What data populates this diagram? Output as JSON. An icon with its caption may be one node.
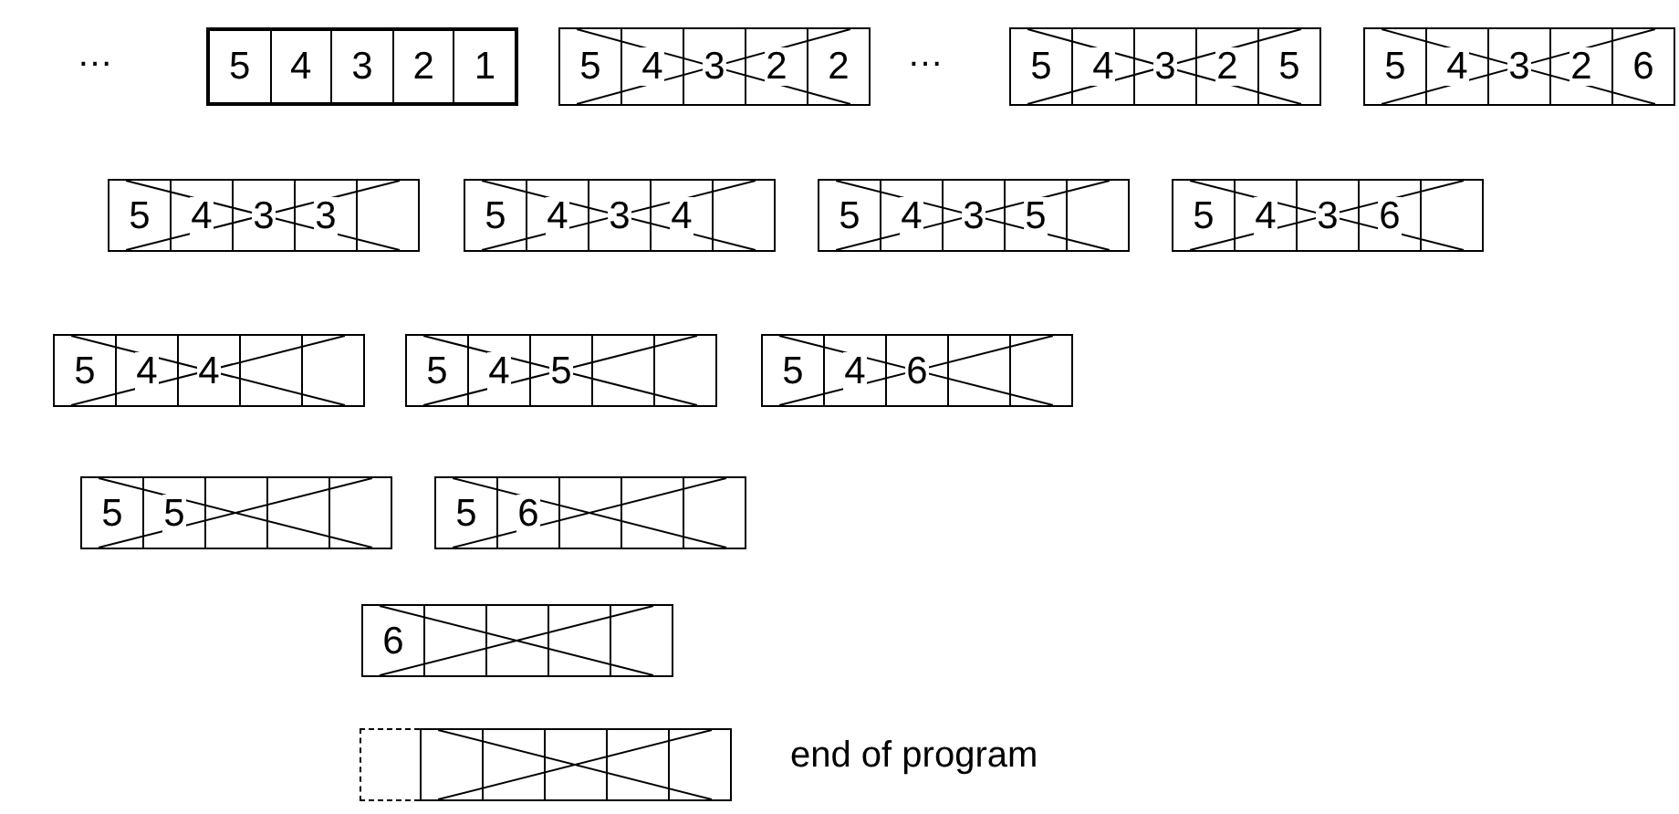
{
  "diagram": {
    "nodes": [
      {
        "text": [],
        "shape": "box"
      },
      {
        "text": [
          "5"
        ],
        "in": 0
      },
      {
        "text": [
          "4"
        ],
        "in": 0
      },
      {
        "text": [
          "3"
        ],
        "in": 0
      },
      {
        "text": [
          "2"
        ],
        "in": 0
      },
      {
        "text": [
          "1"
        ],
        "in": 0
      },
      {
        "text": [],
        "shape": "crossed-box"
      },
      {
        "text": [
          "5"
        ],
        "in": 6
      },
      {
        "text": [
          "4"
        ],
        "in": 6
      },
      {
        "text": [
          "3"
        ],
        "in": 6
      },
      {
        "text": [
          "2"
        ],
        "in": 6
      },
      {
        "text": [
          "2"
        ],
        "in": 6
      },
      {
        "text": [],
        "shape": "crossed-box"
      },
      {
        "text": [
          "5"
        ],
        "in": 12
      },
      {
        "text": [
          "4"
        ],
        "in": 12
      },
      {
        "text": [
          "3"
        ],
        "in": 12
      },
      {
        "text": [
          "2"
        ],
        "in": 12
      },
      {
        "text": [
          "5"
        ],
        "in": 12
      },
      {
        "text": [],
        "shape": "crossed-box"
      },
      {
        "text": [
          "5"
        ],
        "in": 18
      },
      {
        "text": [
          "4"
        ],
        "in": 18
      },
      {
        "text": [
          "3"
        ],
        "in": 18
      },
      {
        "text": [
          "2"
        ],
        "in": 18
      },
      {
        "text": [
          "6"
        ],
        "in": 18
      },
      {
        "text": [],
        "shape": "crossed-box"
      },
      {
        "text": [
          "5"
        ],
        "in": 24
      },
      {
        "text": [
          "4"
        ],
        "in": 24
      },
      {
        "text": [
          "3"
        ],
        "in": 24
      },
      {
        "text": [
          "3"
        ],
        "in": 24
      },
      {
        "text": [],
        "shape": "box",
        "in": 24
      },
      {
        "text": [],
        "shape": "crossed-box"
      },
      {
        "text": [
          "5"
        ],
        "in": 30
      },
      {
        "text": [
          "4"
        ],
        "in": 30
      },
      {
        "text": [
          "3"
        ],
        "in": 30
      },
      {
        "text": [
          "4"
        ],
        "in": 30
      },
      {
        "text": [],
        "shape": "box",
        "in": 30
      },
      {
        "text": [],
        "shape": "crossed-box"
      },
      {
        "text": [
          "5"
        ],
        "in": 36
      },
      {
        "text": [
          "4"
        ],
        "in": 36
      },
      {
        "text": [
          "3"
        ],
        "in": 36
      },
      {
        "text": [
          "5"
        ],
        "in": 36
      },
      {
        "text": [],
        "shape": "box",
        "in": 36
      },
      {
        "text": [],
        "shape": "crossed-box"
      },
      {
        "text": [
          "5"
        ],
        "in": 42
      },
      {
        "text": [
          "4"
        ],
        "in": 42
      },
      {
        "text": [
          "3"
        ],
        "in": 42
      },
      {
        "text": [
          "6"
        ],
        "in": 42
      },
      {
        "text": [],
        "shape": "box",
        "in": 42
      },
      {
        "text": [],
        "shape": "crossed-box"
      },
      {
        "text": [
          "5"
        ],
        "in": 48
      },
      {
        "text": [
          "4"
        ],
        "in": 48
      },
      {
        "text": [
          "4"
        ],
        "in": 48
      },
      {
        "text": [],
        "shape": "box",
        "in": 48
      },
      {
        "text": [],
        "shape": "box",
        "in": 48
      },
      {
        "text": [],
        "shape": "crossed-box"
      },
      {
        "text": [
          "5"
        ],
        "in": 54
      },
      {
        "text": [
          "4"
        ],
        "in": 54
      },
      {
        "text": [
          "5"
        ],
        "in": 54
      },
      {
        "text": [],
        "shape": "box",
        "in": 54
      },
      {
        "text": [],
        "shape": "box",
        "in": 54
      },
      {
        "text": [],
        "shape": "crossed-box"
      },
      {
        "text": [
          "5"
        ],
        "in": 60
      },
      {
        "text": [
          "4"
        ],
        "in": 60
      },
      {
        "text": [
          "6"
        ],
        "in": 60
      },
      {
        "text": [],
        "shape": "box",
        "in": 60
      },
      {
        "text": [],
        "shape": "box",
        "in": 60
      },
      {
        "text": [],
        "shape": "crossed-box"
      },
      {
        "text": [
          "5"
        ],
        "in": 66
      },
      {
        "text": [
          "5"
        ],
        "in": 66
      },
      {
        "text": [],
        "shape": "box",
        "in": 66
      },
      {
        "text": [],
        "shape": "box",
        "in": 66
      },
      {
        "text": [],
        "shape": "box",
        "in": 66
      },
      {
        "text": [],
        "shape": "crossed-box"
      },
      {
        "text": [
          "5"
        ],
        "in": 72
      },
      {
        "text": [
          "6"
        ],
        "in": 72
      },
      {
        "text": [],
        "shape": "box",
        "in": 72
      },
      {
        "text": [],
        "shape": "box",
        "in": 72
      },
      {
        "text": [],
        "shape": "box",
        "in": 72
      },
      {
        "text": [],
        "shape": "crossed-box"
      },
      {
        "text": [
          "6"
        ],
        "in": 78
      },
      {
        "text": [],
        "shape": "box",
        "in": 78
      },
      {
        "text": [],
        "shape": "box",
        "in": 78
      },
      {
        "text": [],
        "shape": "box",
        "in": 78
      },
      {
        "text": [],
        "shape": "box",
        "in": 78
      },
      {
        "text": [],
        "shape": "dashed-box"
      },
      {
        "text": [],
        "shape": "crossed-box"
      },
      {
        "text": [],
        "shape": "box",
        "in": 85
      },
      {
        "text": [],
        "shape": "box",
        "in": 85
      },
      {
        "text": [],
        "shape": "box",
        "in": 85
      },
      {
        "text": [],
        "shape": "box",
        "in": 85
      },
      {
        "text": [],
        "shape": "box",
        "in": 85
      }
    ],
    "labels": [
      "…",
      "…",
      "end of program"
    ]
  }
}
